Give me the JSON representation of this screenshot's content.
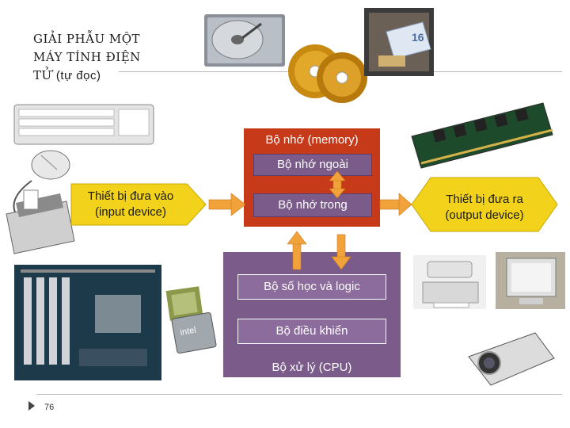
{
  "title": {
    "line1": "GIẢI PHẪU MỘT",
    "line2": "MÁY TÍNH ĐIỆN",
    "line3_main": "TỬ ",
    "line3_sub": "(tự đọc)"
  },
  "memory": {
    "label": "Bộ nhớ (memory)",
    "external": "Bộ nhớ ngoài",
    "internal": "Bộ nhớ trong"
  },
  "cpu": {
    "alu": "Bộ số học và logic",
    "control": "Bộ điều khiển",
    "label": "Bộ xử lý (CPU)"
  },
  "input": {
    "line1": "Thiết bị đưa vào",
    "line2": "(input device)"
  },
  "output": {
    "line1": "Thiết bị đưa ra",
    "line2": "(output device)"
  },
  "chip_text": "intel",
  "page_number": "76",
  "colors": {
    "memory": "#c63a1a",
    "cpu": "#7a5b8a",
    "arrow": "#f2a23a",
    "input_arrow": "#f2d21a"
  }
}
